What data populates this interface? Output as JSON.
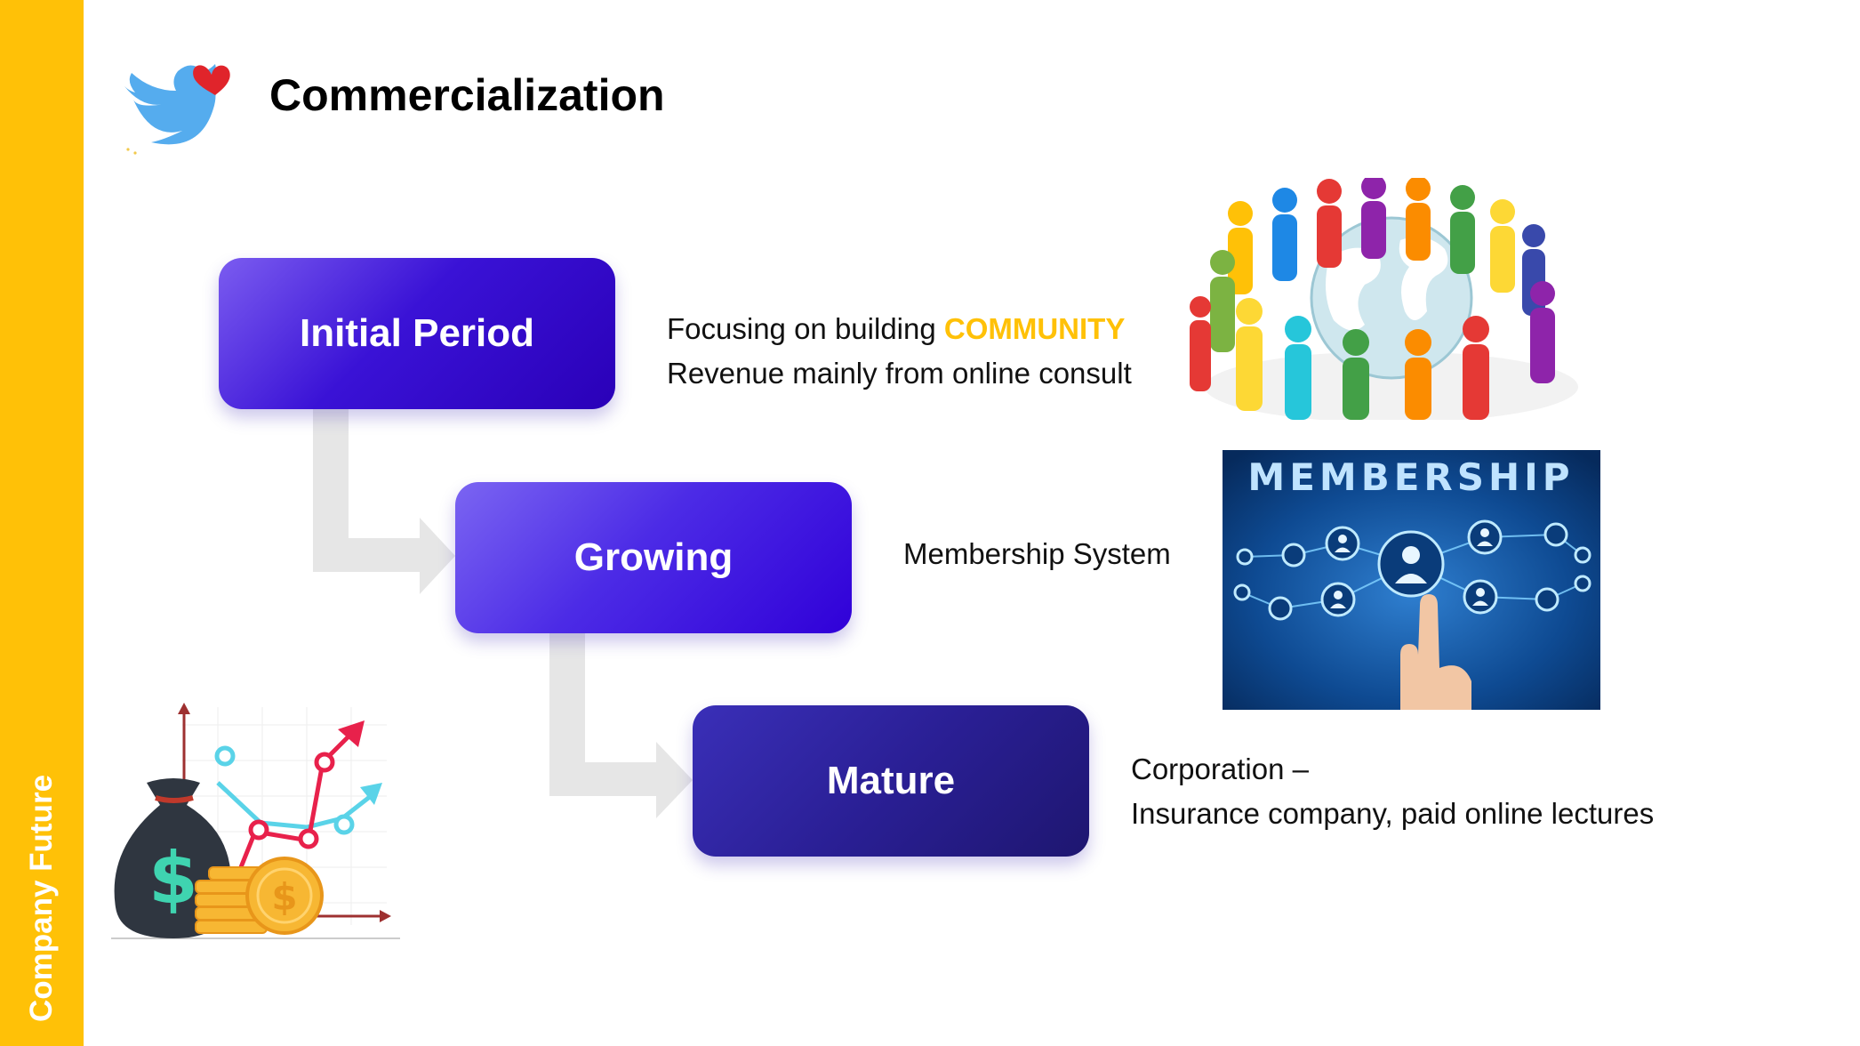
{
  "sidebar": {
    "label": "Company Future",
    "color": "#FFC107"
  },
  "header": {
    "title": "Commercialization",
    "logo_icon": "bird-with-heart-icon"
  },
  "stages": [
    {
      "label": "Initial Period"
    },
    {
      "label": "Growing"
    },
    {
      "label": "Mature"
    }
  ],
  "descriptions": {
    "initial": {
      "line1_prefix": "Focusing on building ",
      "line1_highlight": "COMMUNITY",
      "line2": "Revenue mainly from online consult"
    },
    "growing": {
      "line1": "Membership System"
    },
    "mature": {
      "line1": "Corporation –",
      "line2": "Insurance company, paid online lectures"
    }
  },
  "images": {
    "community": {
      "icon": "people-around-globe-icon"
    },
    "membership": {
      "text": "MEMBERSHIP",
      "icon": "network-touch-icon"
    },
    "money": {
      "icon": "money-bag-chart-icon"
    }
  },
  "colors": {
    "accent": "#FFC107",
    "stage_primary": "#2A00B8",
    "highlight": "#FFC107"
  }
}
